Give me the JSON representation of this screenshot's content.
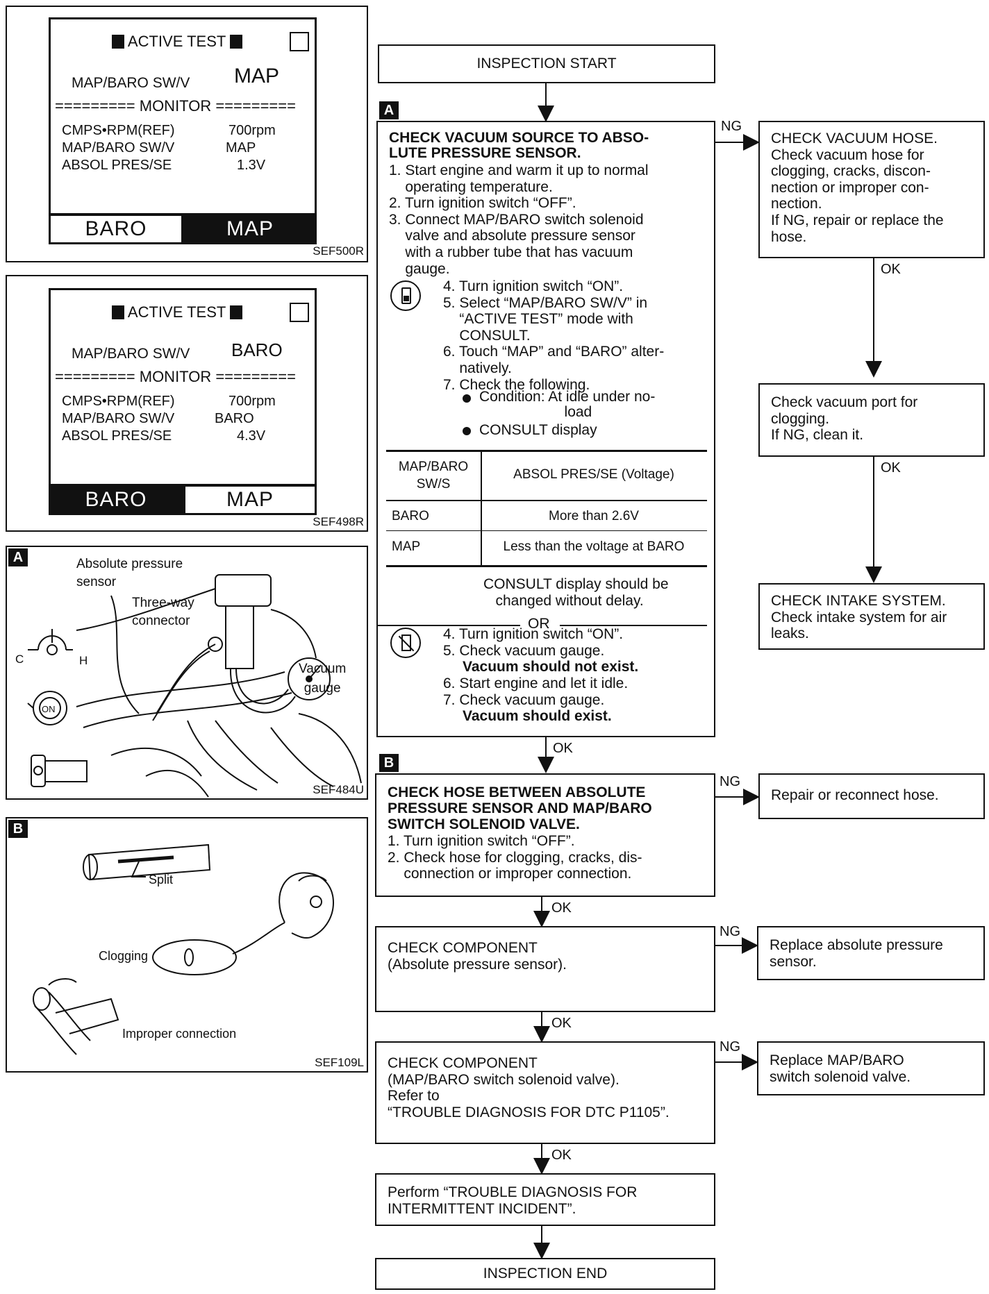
{
  "screen1": {
    "header": "ACTIVE TEST",
    "mode_label": "MAP/BARO SW/V",
    "mode_value": "MAP",
    "monitor_label": "========= MONITOR =========",
    "rows": [
      {
        "label": "CMPS•RPM(REF)",
        "value": "700rpm"
      },
      {
        "label": "MAP/BARO SW/V",
        "value": "MAP"
      },
      {
        "label": "ABSOL PRES/SE",
        "value": "1.3V"
      }
    ],
    "btn_left": "BARO",
    "btn_right": "MAP",
    "code": "SEF500R"
  },
  "screen2": {
    "header": "ACTIVE TEST",
    "mode_label": "MAP/BARO SW/V",
    "mode_value": "BARO",
    "monitor_label": "========= MONITOR =========",
    "rows": [
      {
        "label": "CMPS•RPM(REF)",
        "value": "700rpm"
      },
      {
        "label": "MAP/BARO SW/V",
        "value": "BARO"
      },
      {
        "label": "ABSOL PRES/SE",
        "value": "4.3V"
      }
    ],
    "btn_left": "BARO",
    "btn_right": "MAP",
    "code": "SEF498R"
  },
  "illus_a": {
    "tag": "A",
    "labels": {
      "sensor": "Absolute pressure\nsensor",
      "connector": "Three-way\nconnector",
      "gauge": "Vacuum\ngauge",
      "c": "C",
      "h": "H",
      "on": "ON"
    },
    "code": "SEF484U"
  },
  "illus_b": {
    "tag": "B",
    "labels": {
      "split": "Split",
      "clogging": "Clogging",
      "improper": "Improper connection"
    },
    "code": "SEF109L"
  },
  "flow": {
    "start": "INSPECTION START",
    "end": "INSPECTION END",
    "ok": "OK",
    "ng": "NG",
    "or": "OR",
    "step_a": {
      "tag": "A",
      "title": "CHECK VACUUM SOURCE TO ABSO-\nLUTE PRESSURE SENSOR.",
      "lines1": "1. Start engine and warm it up to normal\n    operating temperature.\n2. Turn ignition switch “OFF”.\n3. Connect MAP/BARO switch solenoid\n    valve and absolute pressure sensor\n    with a rubber tube that has vacuum\n    gauge.",
      "lines2": "4. Turn ignition switch “ON”.\n5. Select “MAP/BARO SW/V” in\n    “ACTIVE TEST” mode with\n    CONSULT.\n6. Touch “MAP” and “BARO” alter-\n    natively.\n7. Check the following.",
      "bullet1": "Condition: At idle under no-\n                     load",
      "bullet2": "CONSULT display",
      "table_head": [
        "MAP/BARO\nSW/S",
        "ABSOL PRES/SE (Voltage)"
      ],
      "table_rows": [
        [
          "BARO",
          "More than 2.6V"
        ],
        [
          "MAP",
          "Less than the voltage at BARO"
        ]
      ],
      "note": "CONSULT display should be\n   changed without delay.",
      "lines3": "4. Turn ignition switch “ON”.\n5. Check vacuum gauge.",
      "bold1": "Vacuum should not exist.",
      "lines4": "6. Start engine and let it idle.\n7. Check vacuum gauge.",
      "bold2": "Vacuum should exist."
    },
    "ng_a1": "CHECK VACUUM HOSE.\nCheck vacuum hose for\nclogging, cracks, discon-\nnection or improper con-\nnection.\nIf NG, repair or replace the\nhose.",
    "ng_a2": "Check vacuum port for\nclogging.\nIf NG, clean it.",
    "ng_a3": "CHECK INTAKE SYSTEM.\nCheck intake system for air\nleaks.",
    "step_b": {
      "tag": "B",
      "title": "CHECK HOSE BETWEEN ABSOLUTE\nPRESSURE SENSOR AND MAP/BARO\nSWITCH SOLENOID VALVE.",
      "lines": "1. Turn ignition switch “OFF”.\n2. Check hose for clogging, cracks, dis-\n    connection or improper connection."
    },
    "ng_b": "Repair or reconnect hose.",
    "step_c": "CHECK COMPONENT\n(Absolute pressure sensor).",
    "ng_c": "Replace absolute pressure\nsensor.",
    "step_d": "CHECK COMPONENT\n(MAP/BARO switch solenoid valve).\nRefer to\n“TROUBLE DIAGNOSIS FOR DTC P1105”.",
    "ng_d": "Replace MAP/BARO\nswitch solenoid valve.",
    "step_e": "Perform “TROUBLE DIAGNOSIS FOR\nINTERMITTENT INCIDENT”."
  }
}
